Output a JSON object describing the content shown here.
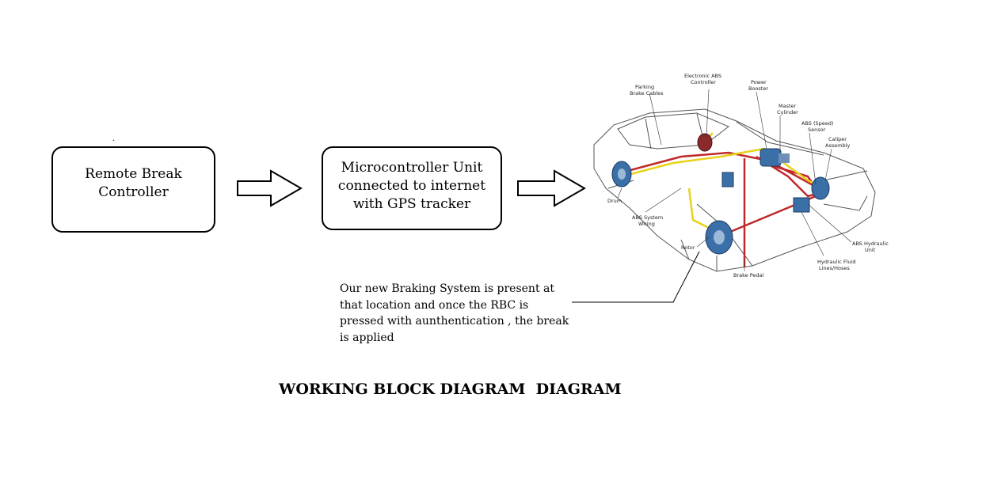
{
  "stray_mark": ".",
  "blocks": {
    "remote": {
      "lines": [
        "Remote Break",
        "Controller"
      ]
    },
    "mcu": {
      "lines": [
        "Microcontroller Unit",
        "connected to internet",
        "with GPS tracker"
      ]
    }
  },
  "car_labels": {
    "parking_brake_cables": [
      "Parking",
      "Brake Cables"
    ],
    "electronic_abs_controller": [
      "Electronic ABS",
      "Controller"
    ],
    "power_booster": [
      "Power",
      "Booster"
    ],
    "master_cylinder": [
      "Master",
      "Cylinder"
    ],
    "abs_speed_sensor": [
      "ABS (Speed)",
      "Sensor"
    ],
    "caliper_assembly": [
      "Caliper",
      "Assembly"
    ],
    "drum": [
      "Drum"
    ],
    "abs_system_wiring": [
      "ABS System",
      "Wiring"
    ],
    "rotor": [
      "Rotor"
    ],
    "brake_pedal": [
      "Brake Pedal"
    ],
    "hydraulic_fluid_lines": [
      "Hydraulic Fluid",
      "Lines/Hoses"
    ],
    "abs_hydraulic_unit": [
      "ABS Hydraulic",
      "Unit"
    ]
  },
  "annotation": {
    "lines": [
      "Our new Braking System is present at",
      "that location and once the RBC is",
      "pressed with aunthentication , the break",
      "is applied"
    ]
  },
  "title": "WORKING BLOCK DIAGRAM  DIAGRAM",
  "colors": {
    "brake_lines": "#c0282a",
    "wiring": "#e8d21a",
    "components": "#3a6fa8"
  }
}
